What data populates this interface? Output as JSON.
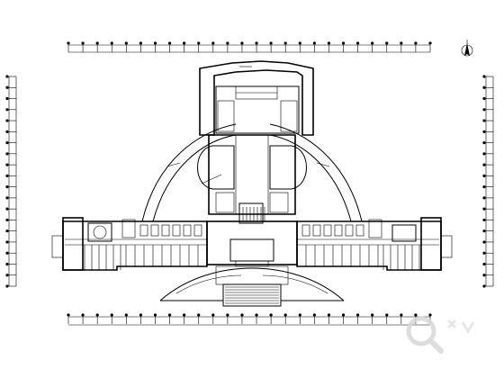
{
  "drawing": {
    "type": "architectural floor plan",
    "north_arrow_icon": "north-arrow-icon",
    "watermark_icon": "magnifier-watermark-icon",
    "colors": {
      "line": "#000000",
      "background": "#ffffff",
      "watermark": "#d8d8d8"
    }
  },
  "dimensions": {
    "top_ticks": 26,
    "bottom_ticks": 26,
    "left_ticks": 20,
    "right_ticks": 20
  }
}
